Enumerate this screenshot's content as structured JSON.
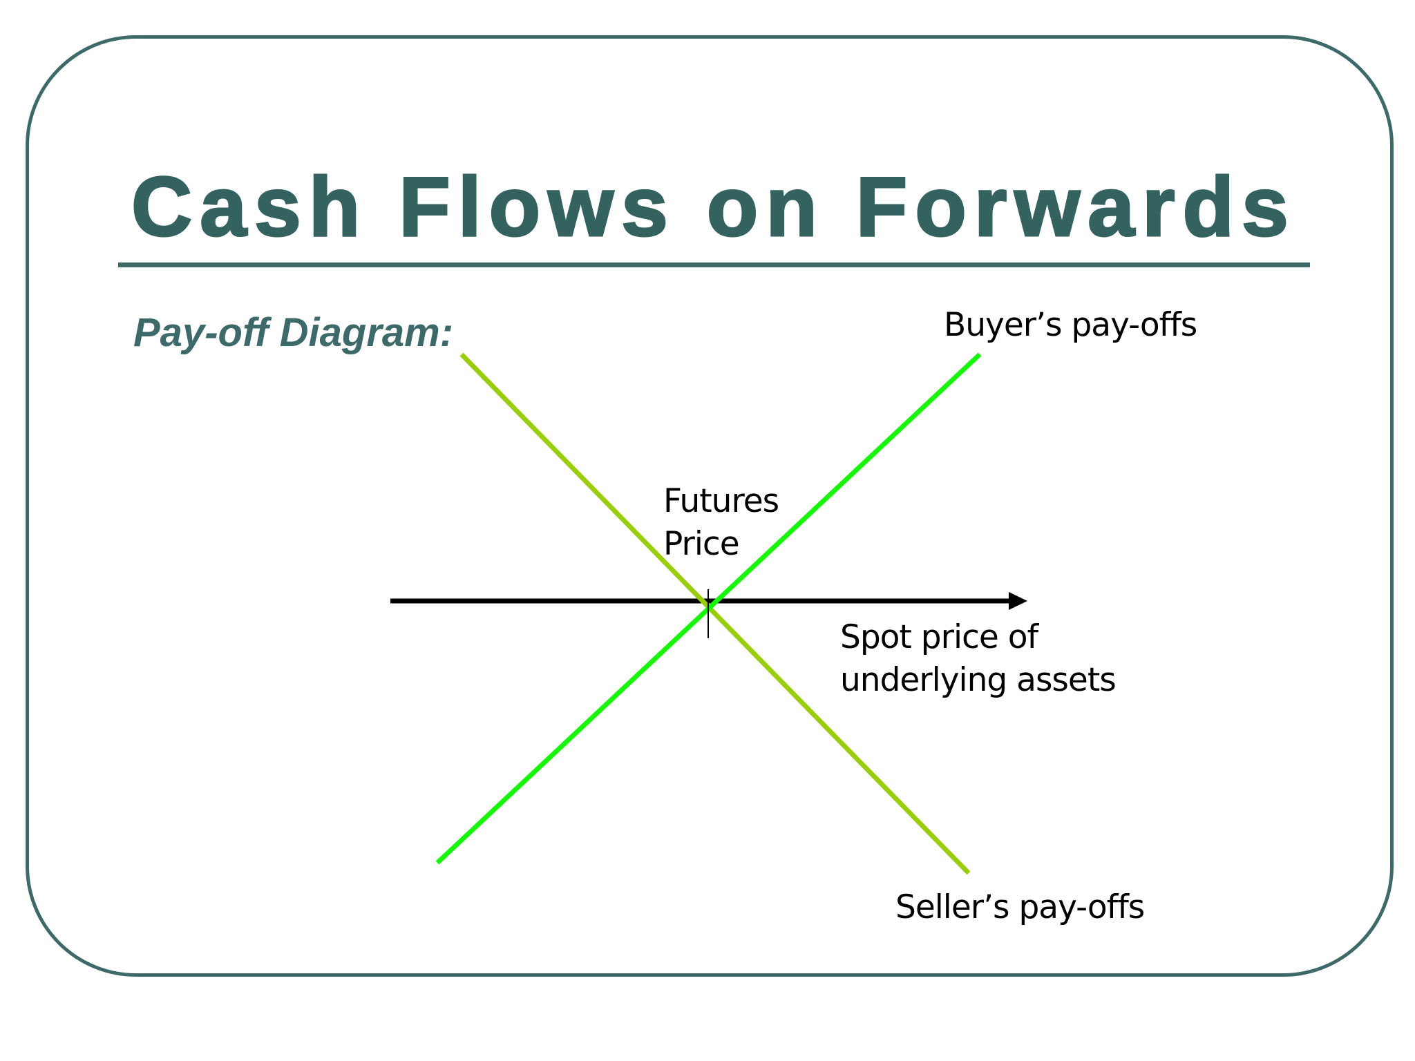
{
  "slide": {
    "title": "Cash Flows on Forwards",
    "subtitle": "Pay-off Diagram:"
  },
  "diagram": {
    "buyer_label": "Buyer’s pay-offs",
    "seller_label": "Seller’s pay-offs",
    "futures_price_label": [
      "Futures",
      "Price"
    ],
    "axis_label": [
      "Spot price of",
      "underlying assets"
    ]
  },
  "colors": {
    "title": "#34625f",
    "frame": "#3d6a69",
    "buyer_line": "#19f50a",
    "seller_line": "#9acd0e",
    "axis": "#000000"
  }
}
